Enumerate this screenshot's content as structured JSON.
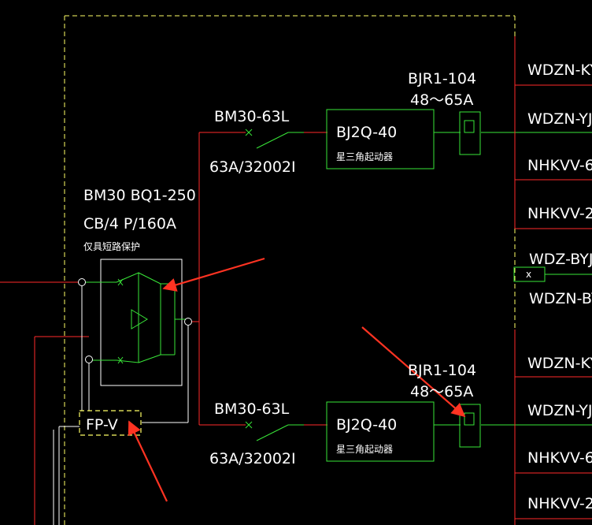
{
  "main_breaker": {
    "model": "BM30 BQ1-250",
    "rating": "CB/4 P/160A",
    "note": "仅具短路保护"
  },
  "surge_protector": {
    "label": "FP-V"
  },
  "branches": [
    {
      "breaker_model": "BM30-63L",
      "breaker_rating": "63A/32002I",
      "starter_model": "BJ2Q-40",
      "starter_note": "星三角起动器",
      "relay_model": "BJR1-104",
      "relay_range": "48～65A"
    },
    {
      "breaker_model": "BM30-63L",
      "breaker_rating": "63A/32002I",
      "starter_model": "BJ2Q-40",
      "starter_note": "星三角起动器",
      "relay_model": "BJR1-104",
      "relay_range": "48～65A"
    }
  ],
  "outgoing_cables": [
    "WDZN-KY",
    "WDZN-YJ",
    "NHKVV-6",
    "NHKVV-2",
    "WDZ-BYJ",
    "WDZN-BY",
    "WDZN-KY",
    "WDZN-YJ",
    "NHKVV-6",
    "NHKVV-2"
  ],
  "spare_marker": "x",
  "colors": {
    "background": "#000000",
    "wire": "#ff2a2a",
    "device": "#39e639",
    "frame": "#ffffff",
    "cabinet": "#ffff66",
    "annotation_arrow": "#ff3322",
    "text": "#ffffff"
  }
}
